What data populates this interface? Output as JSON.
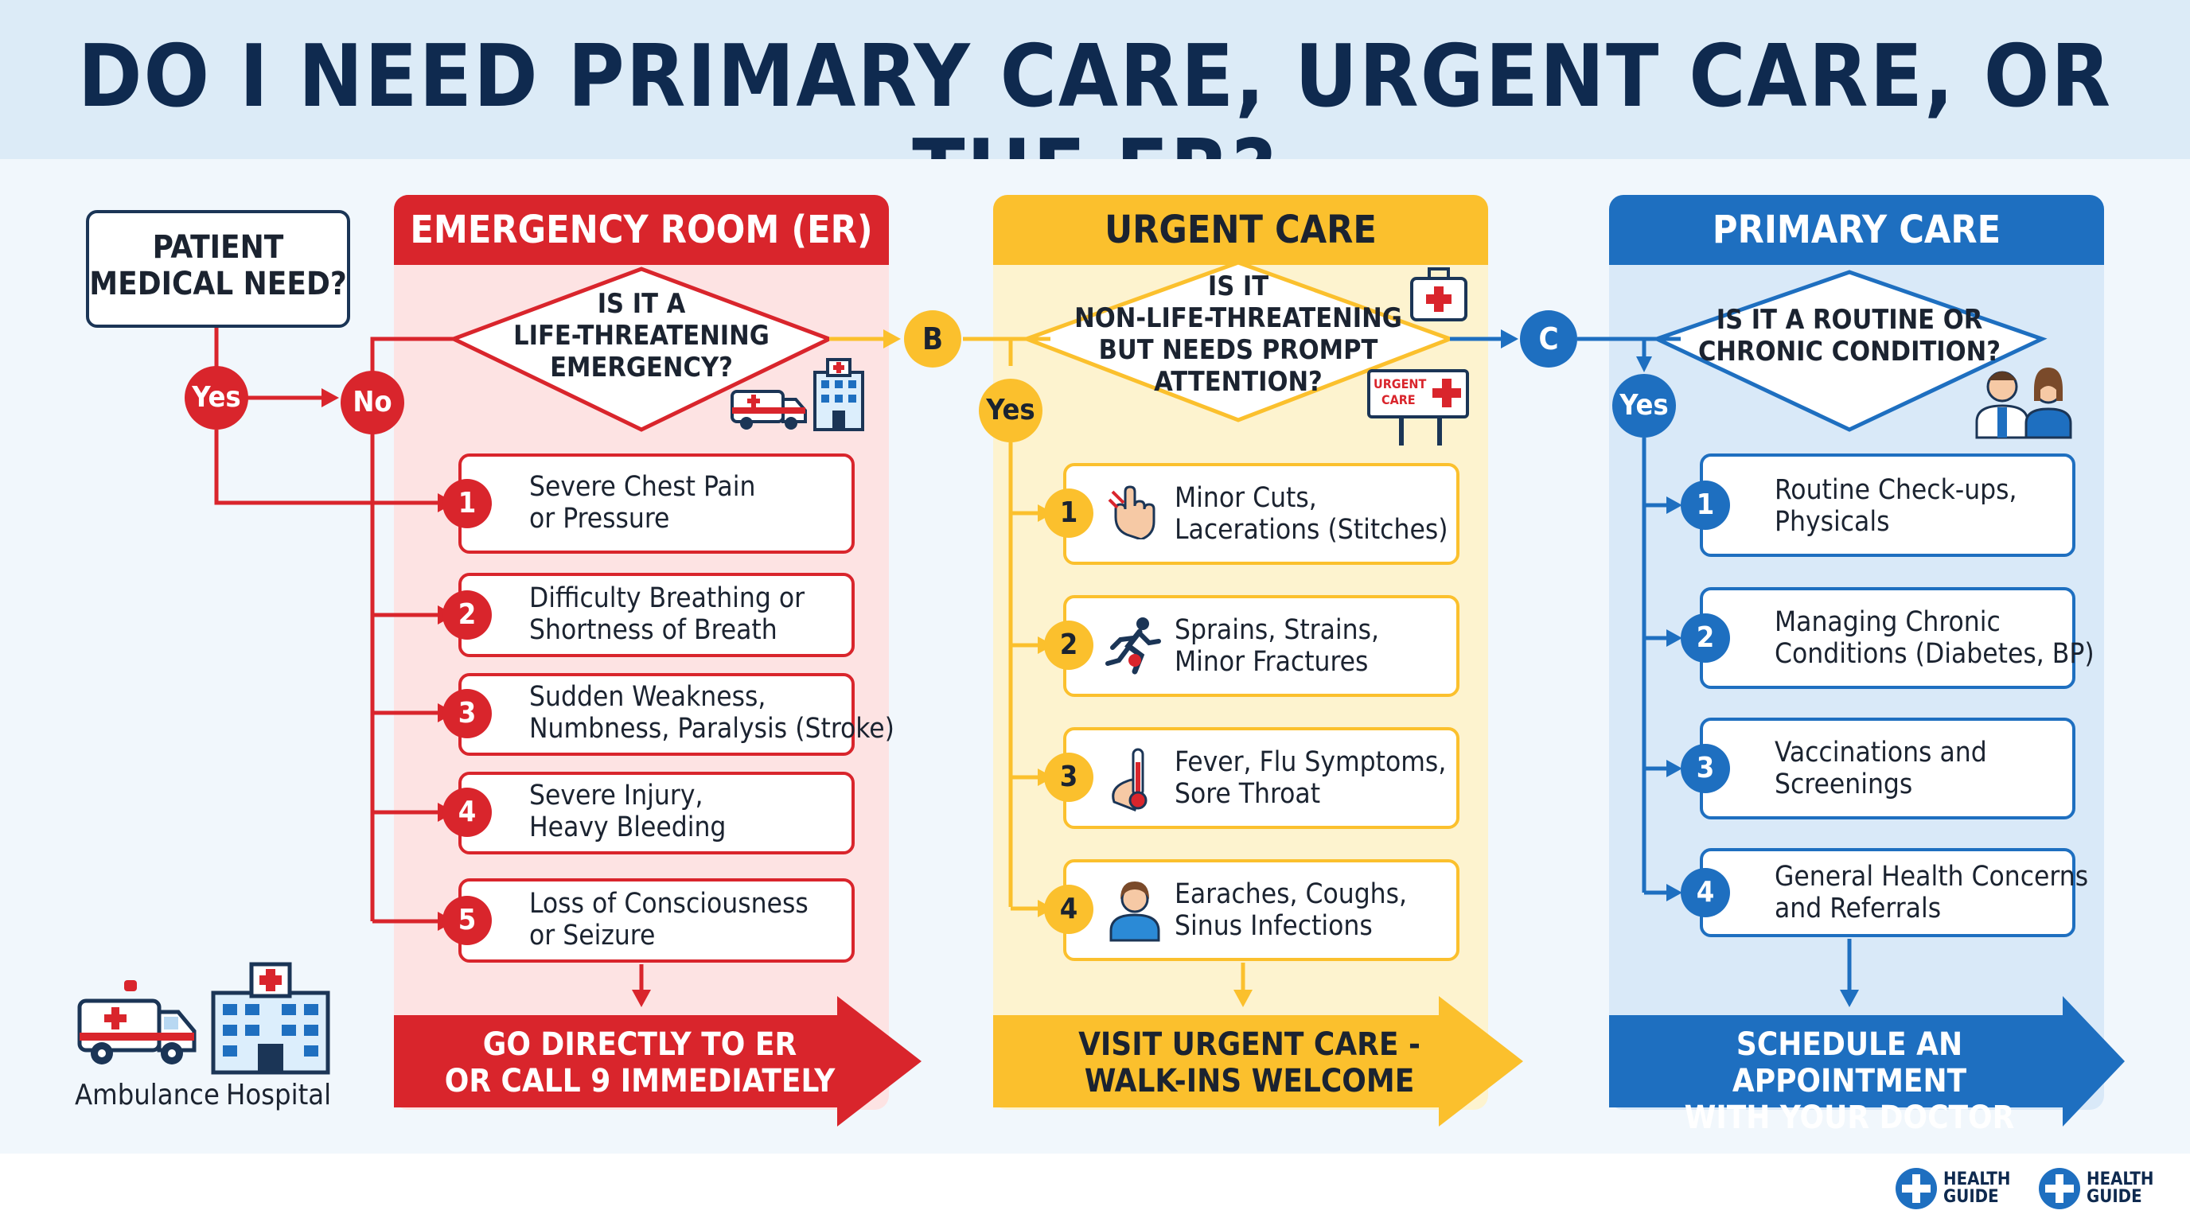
{
  "title": "DO I NEED PRIMARY CARE, URGENT CARE, OR THE ER?",
  "start": {
    "label_line1": "PATIENT",
    "label_line2": "MEDICAL NEED?"
  },
  "connectors": {
    "yes": "Yes",
    "no": "No",
    "b": "B",
    "c": "C"
  },
  "er": {
    "header": "EMERGENCY ROOM (ER)",
    "question": [
      "IS IT A",
      "LIFE-THREATENING",
      "EMERGENCY?"
    ],
    "items": [
      {
        "num": "1",
        "line1": "Severe Chest Pain",
        "line2": "or Pressure"
      },
      {
        "num": "2",
        "line1": "Difficulty Breathing or",
        "line2": "Shortness of Breath"
      },
      {
        "num": "3",
        "line1": "Sudden Weakness,",
        "line2": "Numbness, Paralysis (Stroke)"
      },
      {
        "num": "4",
        "line1": "Severe Injury,",
        "line2": "Heavy Bleeding"
      },
      {
        "num": "5",
        "line1": "Loss of Consciousness",
        "line2": "or Seizure"
      }
    ],
    "action": [
      "GO DIRECTLY TO ER",
      "OR CALL 9 IMMEDIATELY"
    ],
    "color": "#d9252c"
  },
  "urgent": {
    "header": "URGENT CARE",
    "question": [
      "IS IT",
      "NON-LIFE-THREATENING",
      "BUT NEEDS PROMPT",
      "ATTENTION?"
    ],
    "sign_text": [
      "URGENT",
      "CARE"
    ],
    "yes": "Yes",
    "items": [
      {
        "num": "1",
        "line1": "Minor Cuts,",
        "line2": "Lacerations (Stitches)",
        "icon": "hand-cut-icon"
      },
      {
        "num": "2",
        "line1": "Sprains, Strains,",
        "line2": "Minor Fractures",
        "icon": "runner-icon"
      },
      {
        "num": "3",
        "line1": "Fever, Flu Symptoms,",
        "line2": "Sore Throat",
        "icon": "thermometer-icon"
      },
      {
        "num": "4",
        "line1": "Earaches, Coughs,",
        "line2": "Sinus Infections",
        "icon": "patient-icon"
      }
    ],
    "action": [
      "VISIT URGENT CARE -",
      "WALK-INS WELCOME"
    ],
    "color": "#fbc02d"
  },
  "primary": {
    "header": "PRIMARY CARE",
    "question": [
      "IS IT A ROUTINE OR",
      "CHRONIC CONDITION?"
    ],
    "yes": "Yes",
    "items": [
      {
        "num": "1",
        "line1": "Routine Check-ups,",
        "line2": "Physicals"
      },
      {
        "num": "2",
        "line1": "Managing Chronic",
        "line2": "Conditions (Diabetes, BP)"
      },
      {
        "num": "3",
        "line1": "Vaccinations and",
        "line2": "Screenings"
      },
      {
        "num": "4",
        "line1": "General Health Concerns",
        "line2": "and Referrals"
      }
    ],
    "action": [
      "SCHEDULE AN APPOINTMENT",
      "WITH YOUR DOCTOR"
    ],
    "color": "#1e6fc0"
  },
  "legend": {
    "ambulance": "Ambulance",
    "hospital": "Hospital"
  },
  "logo": {
    "line1": "HEALTH",
    "line2": "GUIDE"
  }
}
